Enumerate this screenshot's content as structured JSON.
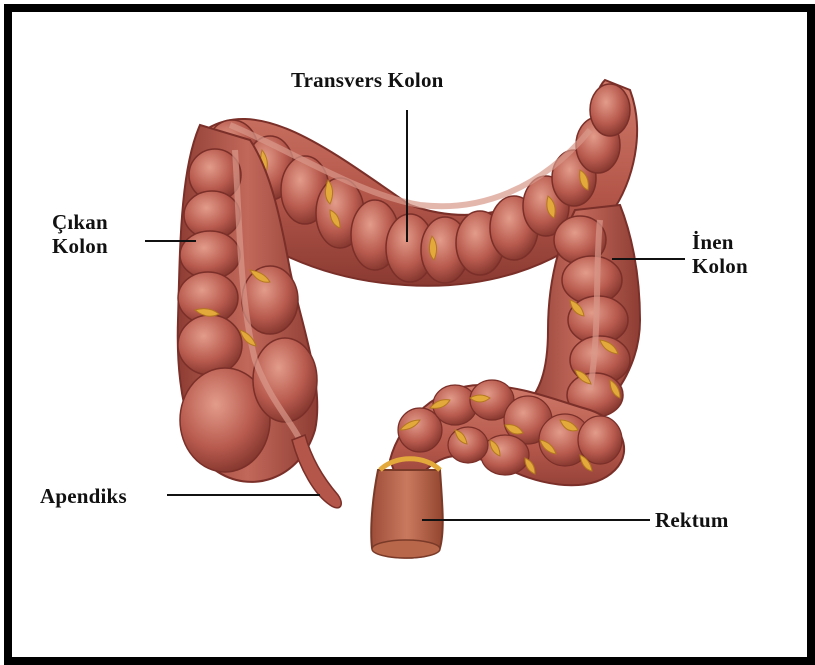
{
  "diagram": {
    "labels": {
      "transvers": "Transvers Kolon",
      "cikan": [
        "Çıkan",
        "Kolon"
      ],
      "inen": [
        "İnen",
        "Kolon"
      ],
      "apendiks": "Apendiks",
      "rektum": "Rektum"
    },
    "colors": {
      "border": "#000000",
      "colon_fill": "#b85a4e",
      "colon_dark": "#7a2f28",
      "colon_light": "#d98c7c",
      "fat_deposits": "#e3a93a",
      "leader_lines": "#111111"
    }
  }
}
